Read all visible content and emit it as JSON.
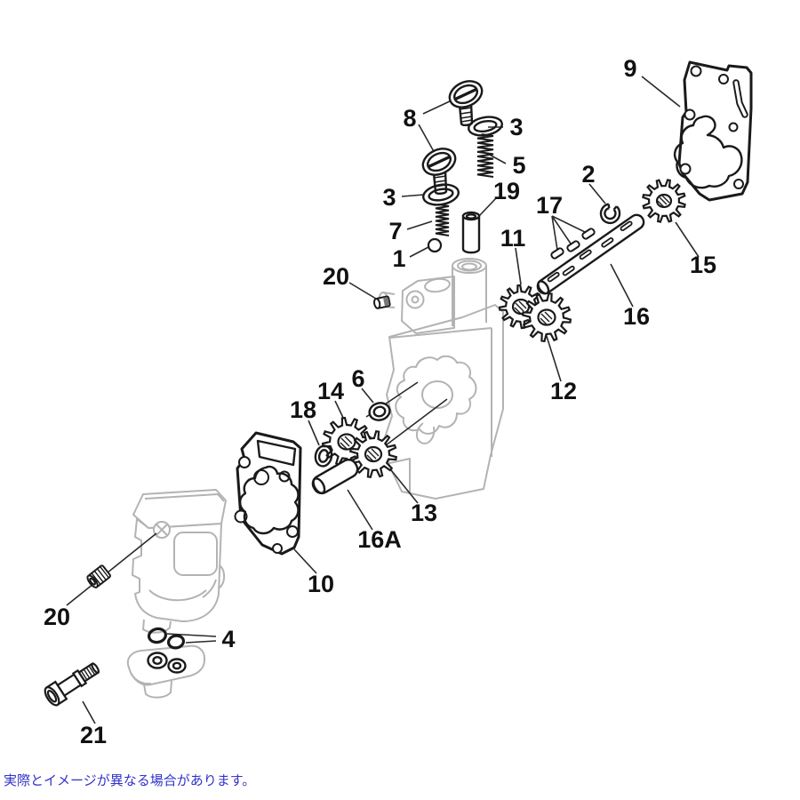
{
  "figure_title": "exploded-parts-diagram",
  "colors": {
    "background": "#ffffff",
    "ink": "#1a1a1a",
    "ghost_outline": "#b3b3b3",
    "note_blue": "#3232c8"
  },
  "callouts": {
    "c1": "1",
    "c2": "2",
    "c3": "3",
    "c4": "4",
    "c5": "5",
    "c6": "6",
    "c7": "7",
    "c8": "8",
    "c9": "9",
    "c10": "10",
    "c11": "11",
    "c12": "12",
    "c13": "13",
    "c14": "14",
    "c15": "15",
    "c16": "16",
    "c16a": "16A",
    "c17": "17",
    "c18": "18",
    "c19": "19",
    "c20": "20",
    "c21": "21"
  },
  "note": {
    "text": "実際とイメージが異なる場合があります。"
  }
}
